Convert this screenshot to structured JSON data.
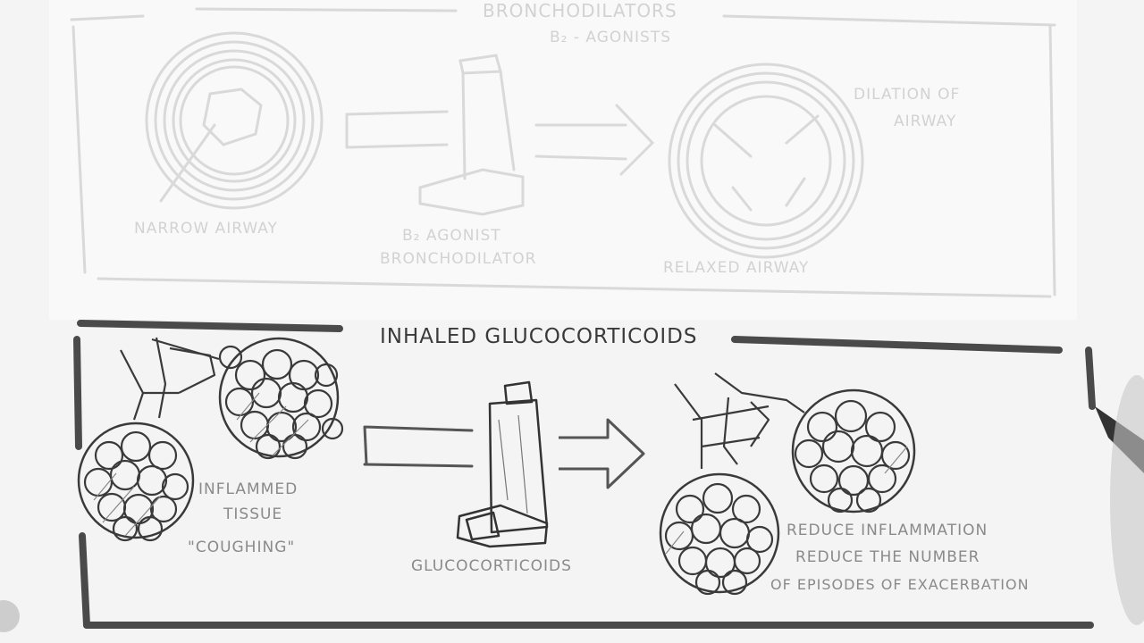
{
  "top_panel": {
    "title": "BRONCHODILATORS",
    "subtitle": "B₂ - AGONISTS",
    "left_caption": "NARROW AIRWAY",
    "inhaler_caption_1": "B₂ AGONIST",
    "inhaler_caption_2": "BRONCHODILATOR",
    "right_caption": "RELAXED AIRWAY",
    "effect_line_1": "DILATION OF",
    "effect_line_2": "AIRWAY"
  },
  "bottom_panel": {
    "title": "INHALED GLUCOCORTICOIDS",
    "left_caption_1": "INFLAMMED",
    "left_caption_2": "TISSUE",
    "left_caption_3": "\"COUGHING\"",
    "inhaler_caption": "GLUCOCORTICOIDS",
    "effect_line_1": "REDUCE INFLAMMATION",
    "effect_line_2": "REDUCE THE NUMBER",
    "effect_line_3": "OF EPISODES OF EXACERBATION"
  },
  "colors": {
    "background": "#f4f4f4",
    "ink": "#3a3a3a",
    "faded_ink": "#d2d2d2",
    "marker": "#4a4a4a"
  }
}
